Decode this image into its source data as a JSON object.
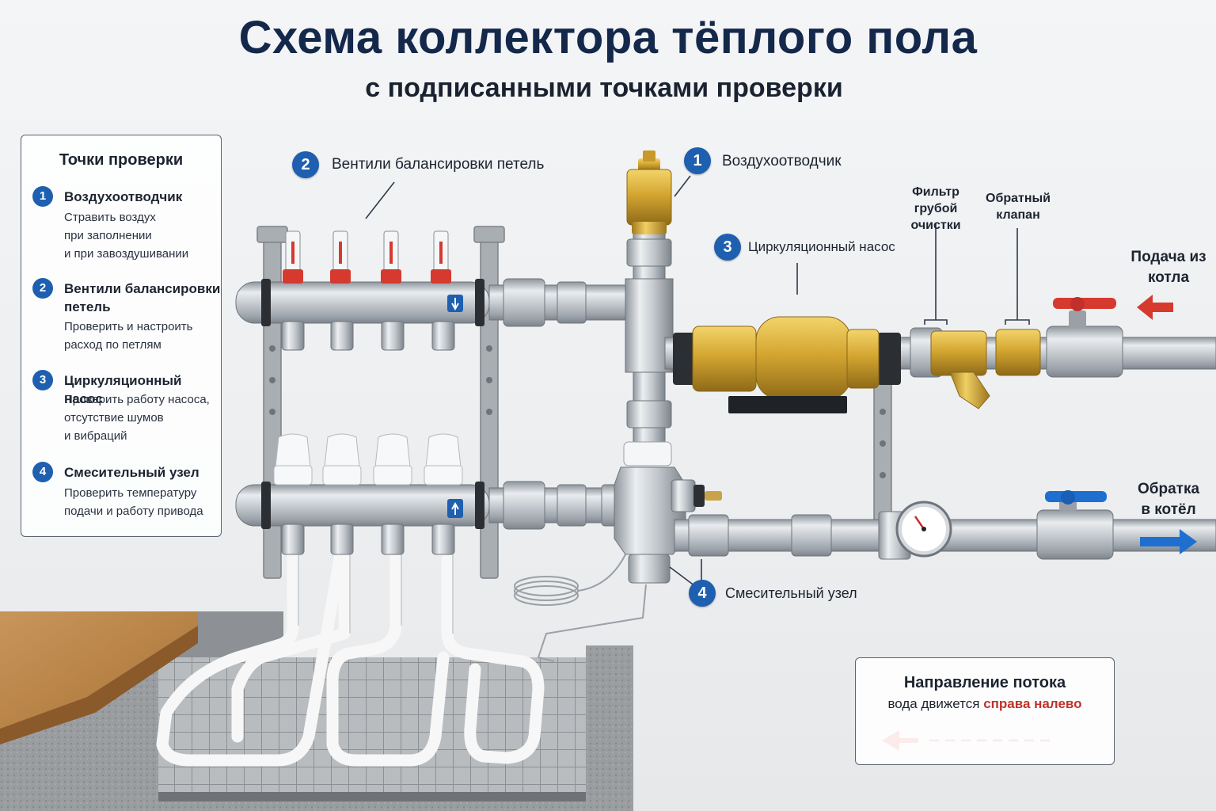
{
  "title": "Схема коллектора тёплого пола",
  "subtitle": "с подписанными точками проверки",
  "legend": {
    "title": "Точки проверки",
    "items": [
      {
        "num": "1",
        "head": "Воздухоотводчик",
        "text": "Стравить воздух\nпри заполнении\nи при завоздушивании"
      },
      {
        "num": "2",
        "head": "Вентили балансировки петель",
        "text": "Проверить и настроить\nрасход по петлям"
      },
      {
        "num": "3",
        "head": "Циркуляционный насос",
        "text": "Проверить работу насоса,\nотсутствие шумов\nи вибраций"
      },
      {
        "num": "4",
        "head": "Смесительный узел",
        "text": "Проверить температуру\nподачи и работу привода"
      }
    ]
  },
  "callouts": {
    "c1": {
      "num": "1",
      "label": "Воздухоотводчик"
    },
    "c2": {
      "num": "2",
      "label": "Вентили балансировки петель"
    },
    "c3": {
      "num": "3",
      "label": "Циркуляционный насос"
    },
    "c4": {
      "num": "4",
      "label": "Смесительный узел"
    }
  },
  "labels": {
    "filter": "Фильтр\nгрубой\nочистки",
    "check_valve": "Обратный\nклапан",
    "supply": "Подача из\nкотла",
    "return": "Обратка\nв котёл"
  },
  "flow": {
    "title": "Направление потока",
    "text_prefix": "вода движется ",
    "text_accent": "справа налево"
  },
  "colors": {
    "accent_blue": "#1e5fb0",
    "supply_red": "#d63a2f",
    "return_blue": "#1f6fd0",
    "brass": "#d4a631",
    "pipe_steel": "#c4c9cf"
  }
}
